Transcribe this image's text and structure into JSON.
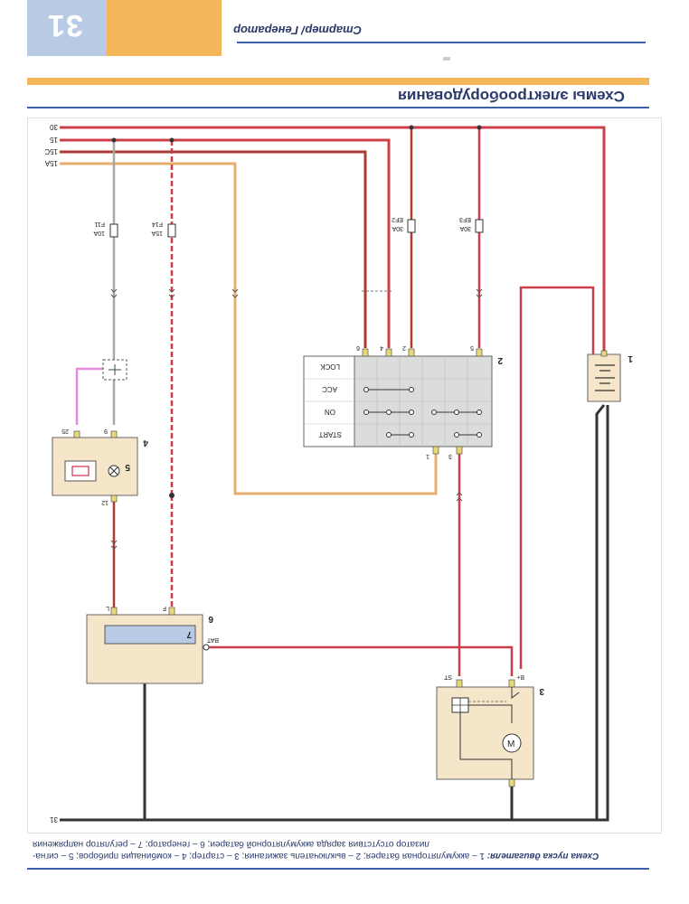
{
  "header": {
    "page_number": "31",
    "running_title": "Стартер/ Генератор"
  },
  "section": {
    "title": "Схемы электрооборудования"
  },
  "wires": {
    "w30": "30",
    "w15": "15",
    "w15C": "15C",
    "w15A": "15A",
    "w31": "31"
  },
  "fuses": {
    "f11": "F11",
    "f11_rating": "10A",
    "f14": "F14",
    "f14_rating": "15A",
    "ef2": "EF2",
    "ef2_rating": "30A",
    "ef3": "EF3",
    "ef3_rating": "30A"
  },
  "components": {
    "battery_num": "1",
    "ignition_num": "2",
    "starter_num": "3",
    "cluster_num": "4",
    "lamp_num": "5",
    "generator_num": "6",
    "regulator_num": "7"
  },
  "ignition_switch": {
    "positions": [
      "LOCK",
      "ACC",
      "ON",
      "START"
    ],
    "pins": {
      "p6": "6",
      "p4": "4",
      "p2": "2",
      "p5": "5",
      "p1": "1",
      "p3": "3"
    }
  },
  "cluster": {
    "pin25": "25",
    "pin9": "9",
    "pin12": "12"
  },
  "generator": {
    "pinL": "L",
    "pinF": "F",
    "pinBAT": "BAT"
  },
  "starter": {
    "pinST": "ST",
    "pinB": "B+",
    "motor": "M"
  },
  "caption": {
    "bold": "Схема пуска двигателя:",
    "line1": "1 – аккумуляторная батарея; 2 – выключатель зажигания; 3 – стартер; 4 – комбинация приборов; 5 – сигна-",
    "line2": "лизатор отсутствия заряда аккумуляторной батареи; 6 – генератор; 7 – регулятор напряжения"
  }
}
